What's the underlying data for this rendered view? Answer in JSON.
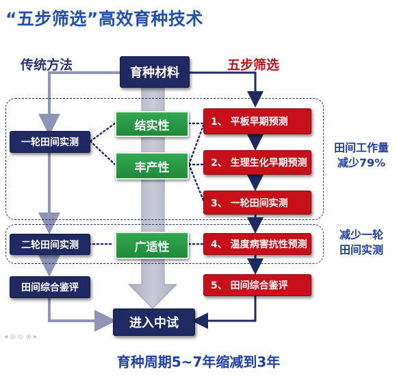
{
  "title": "“五步筛选”高效育种技术",
  "left_label": "传统方法",
  "right_label": "五步筛选",
  "top_box": "育种材料",
  "traditional_steps": [
    "一轮田间实测",
    "二轮田间实测",
    "田间综合鉴评"
  ],
  "traits": [
    "结实性",
    "丰产性",
    "广适性"
  ],
  "five_steps": [
    "1、 平板早期预测",
    "2、 生理生化早期预测",
    "3、 一轮田间实测",
    "4、 温度病害抗性预测",
    "5、 田间综合鉴评"
  ],
  "end_box": "进入中试",
  "notes": {
    "work_reduction_line1": "田间工作量",
    "work_reduction_line2": "减少79%",
    "round_reduction_line1": "减少一轮",
    "round_reduction_line2": "田间实测"
  },
  "footer": "育种周期5~7年缩减到3年",
  "colors": {
    "navy": "#1f2a63",
    "red": "#c8101a",
    "green": "#2a9a48",
    "title_blue": "#1f4fb2",
    "gray_arrow": "#8f94b8"
  },
  "icons": [
    "gray-big-arrow-icon"
  ]
}
